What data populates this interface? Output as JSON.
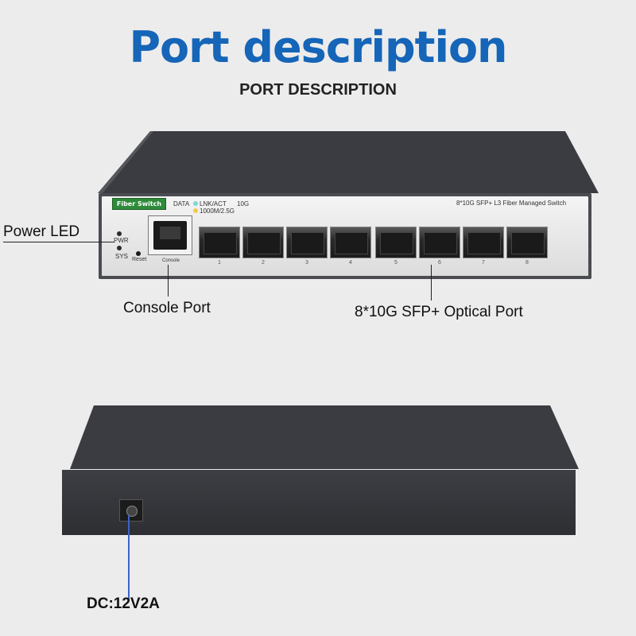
{
  "header": {
    "title": "Port description",
    "subtitle": "PORT DESCRIPTION"
  },
  "front_panel": {
    "brand_badge": "Fiber Switch",
    "legend": {
      "data_label": "DATA",
      "lnk_act": "LNK/ACT",
      "speed_10g": "10G",
      "speed_low": "1000M/2.5G"
    },
    "model_label": "8*10G SFP+ L3 Fiber Managed Switch",
    "led_labels": {
      "pwr": "PWR",
      "sys": "SYS",
      "reset": "Reset"
    },
    "console_label": "Console",
    "port_numbers": [
      "1",
      "2",
      "3",
      "4",
      "5",
      "6",
      "7",
      "8"
    ]
  },
  "callouts": {
    "power_led": "Power LED",
    "console_port": "Console Port",
    "optical_port": "8*10G SFP+ Optical Port",
    "dc_power": "DC:12V2A"
  },
  "colors": {
    "title_blue": "#1565b8",
    "housing": "#3a3c41",
    "brand_green": "#2e8b3a",
    "lnk_led": "#7fd8d0",
    "speed_led": "#f2c94c",
    "dc_line": "#3d63c9"
  }
}
